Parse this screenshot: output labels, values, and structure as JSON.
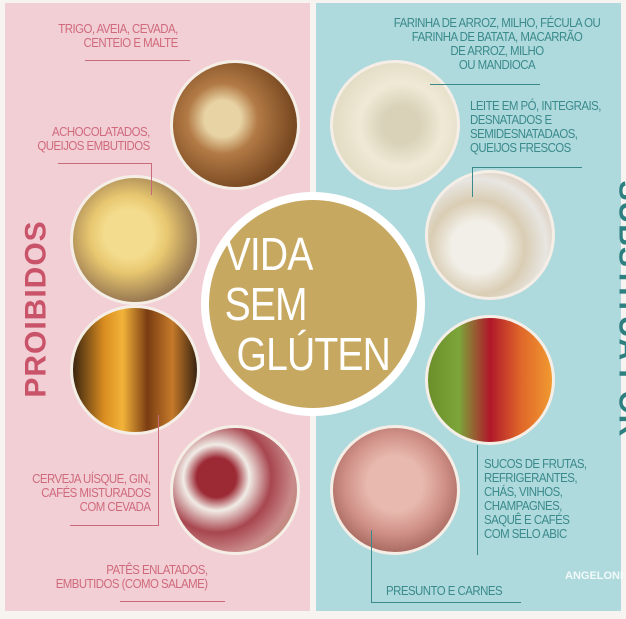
{
  "title": {
    "line1": "VIDA SEM",
    "line2": "GLÚTEN"
  },
  "left": {
    "heading": "PROIBIDOS",
    "color": "#f2cfd5",
    "items": [
      {
        "label": "TRIGO, AVEIA, CEVADA,\nCENTEIO E MALTE",
        "image": "bread-and-wheat"
      },
      {
        "label": "ACHOCOLATADOS,\nQUEIJOS EMBUTIDOS",
        "image": "cheese"
      },
      {
        "label": "CERVEJA UÍSQUE, GIN,\nCAFÉS MISTURADOS\nCOM CEVADA",
        "image": "beer"
      },
      {
        "label": "PATÊS ENLATADOS,\nEMBUTIDOS (COMO SALAME)",
        "image": "salami"
      }
    ]
  },
  "right": {
    "heading": "SUBSTITUA POR",
    "color": "#aed9dd",
    "items": [
      {
        "label": "FARINHA DE ARROZ, MILHO, FÉCULA OU\nFARINHA DE BATATA, MACARRÃO\nDE ARROZ, MILHO\nOU MANDIOCA",
        "image": "rice-noodles"
      },
      {
        "label": "LEITE EM PÓ, INTEGRAIS,\nDESNATADOS E\nSEMIDESNATADAOS,\nQUEIJOS FRESCOS",
        "image": "milk-powder"
      },
      {
        "label": "SUCOS DE FRUTAS,\nREFRIGERANTES,\nCHÁS, VINHOS,\nCHAMPAGNES,\nSAQUÊ E CAFÉS\nCOM SELO ABIC",
        "image": "juices"
      },
      {
        "label": "PRESUNTO E CARNES",
        "image": "ham"
      }
    ]
  },
  "logo": {
    "text": "ANGELONI"
  }
}
